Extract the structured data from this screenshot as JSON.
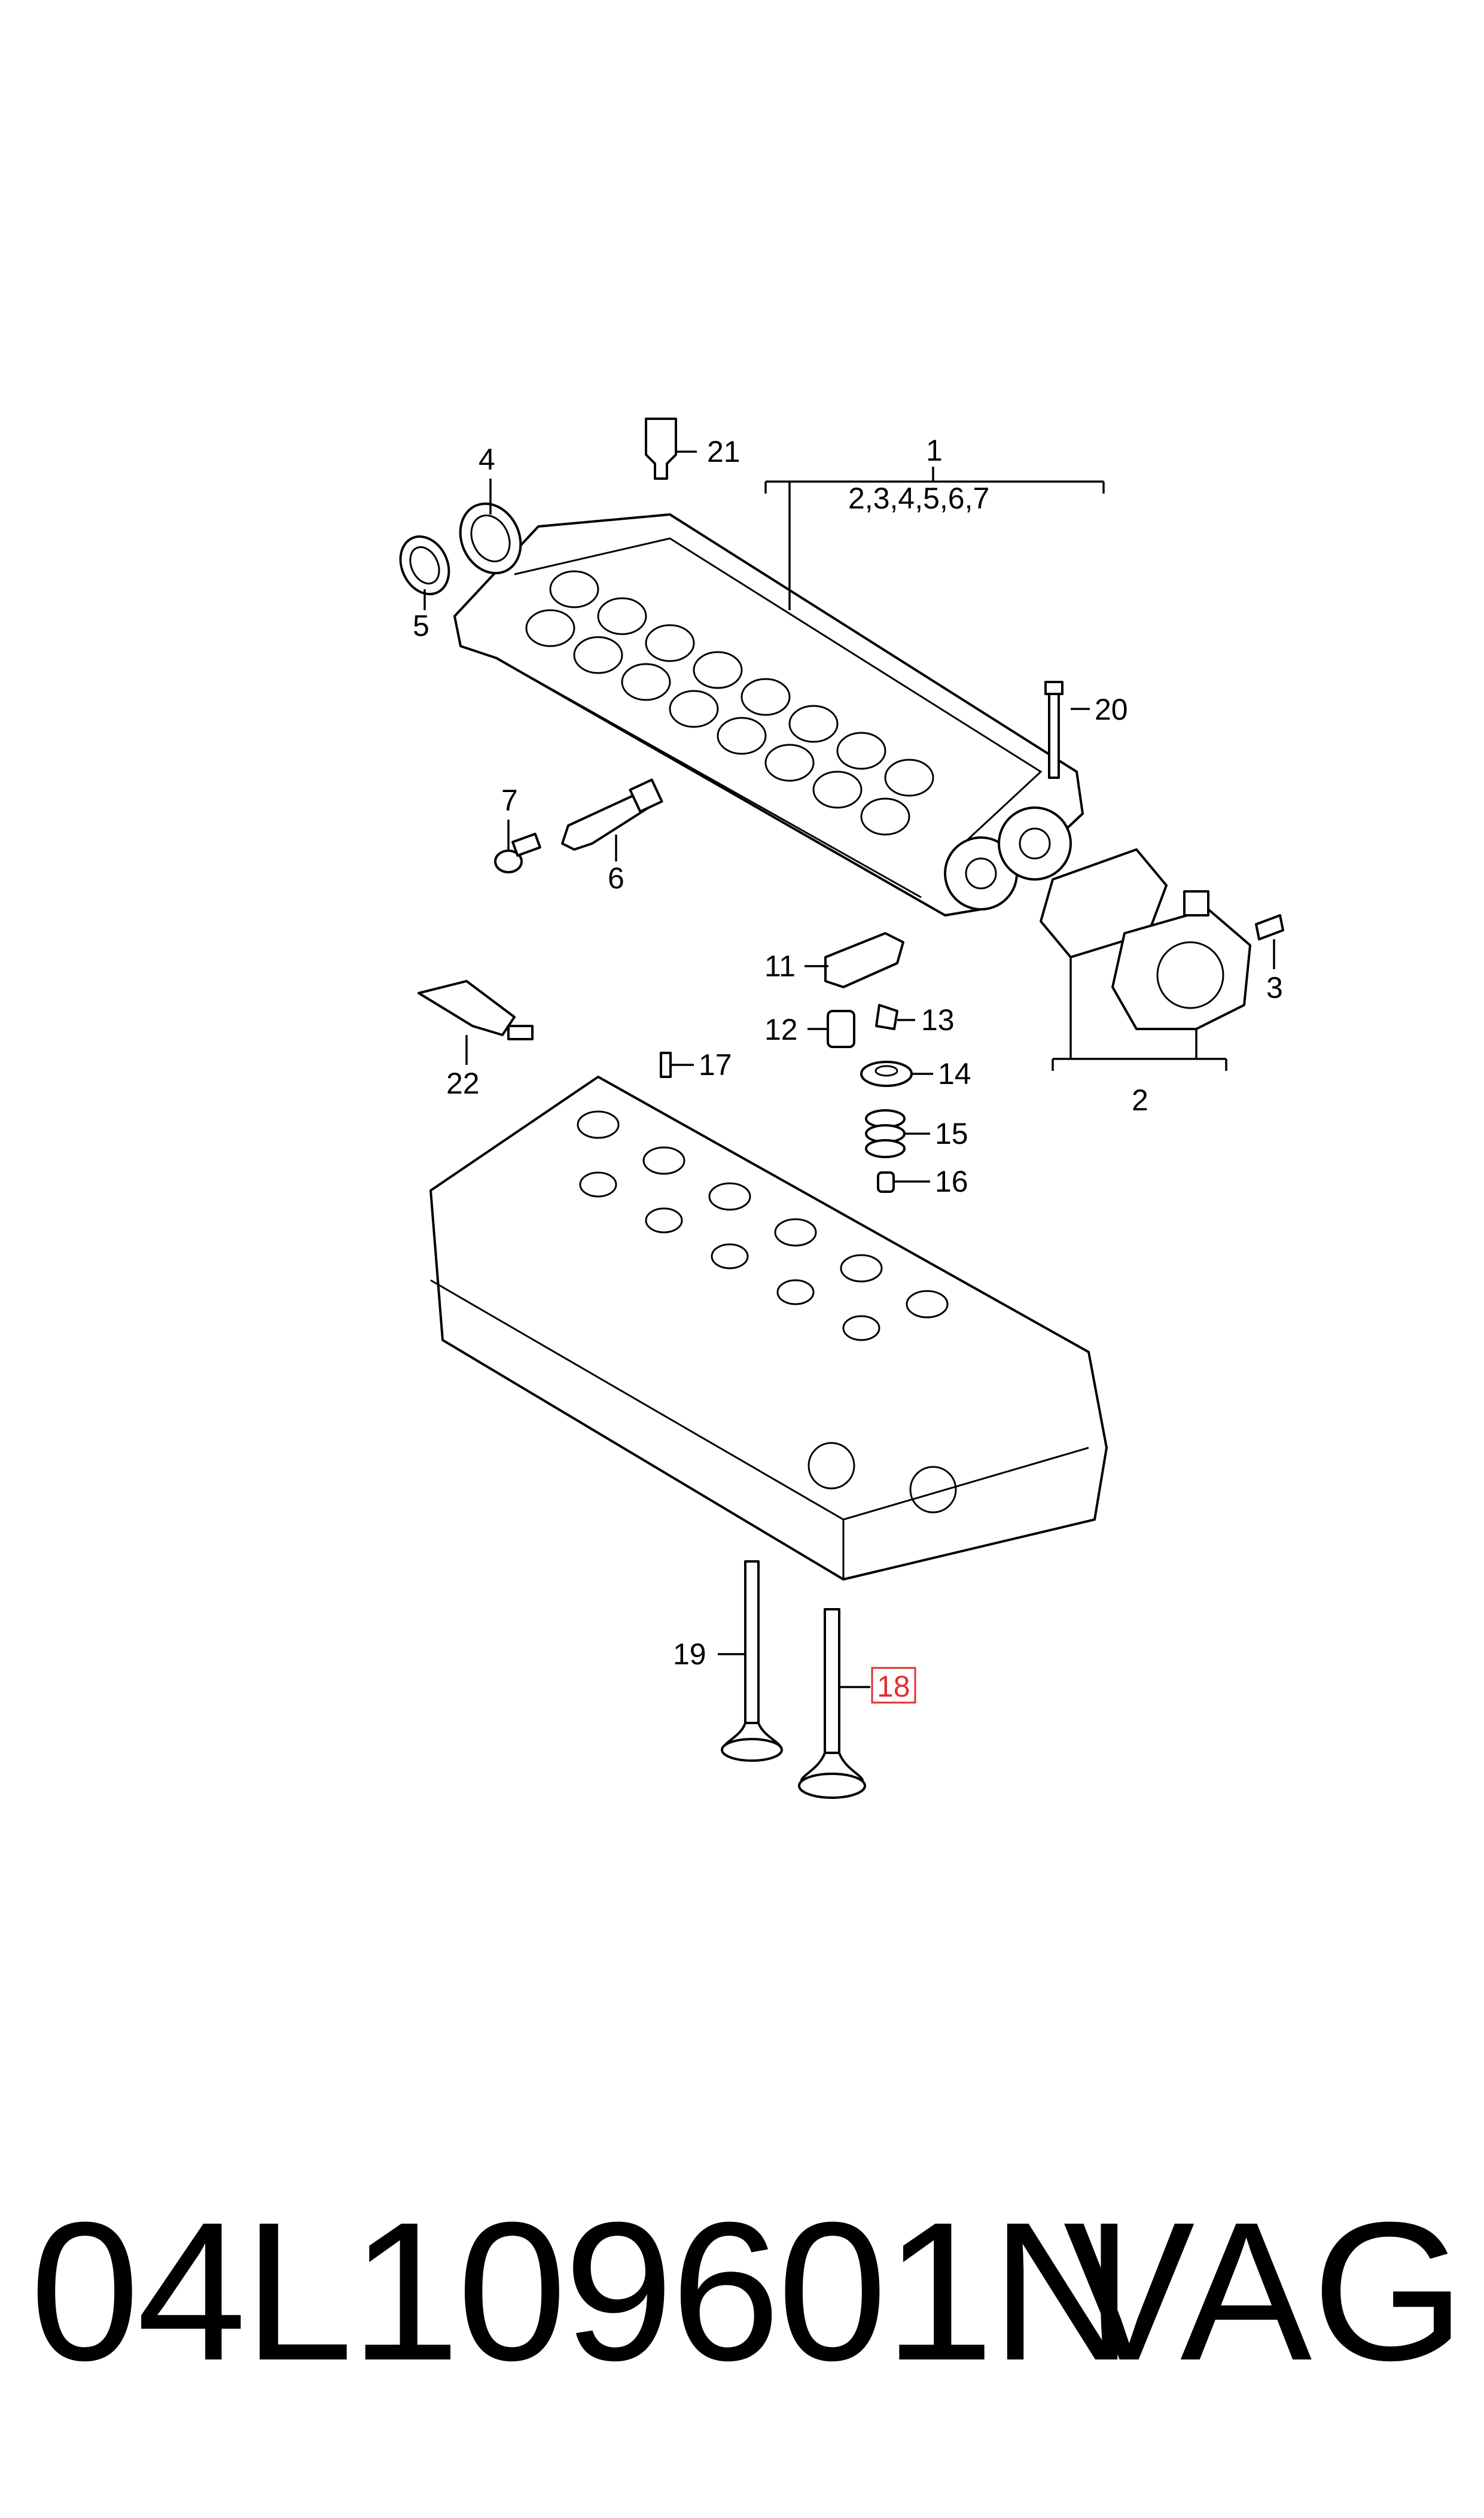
{
  "callouts": {
    "c1": "1",
    "c1_sub": "2,3,4,5,6,7",
    "c2": "2",
    "c3": "3",
    "c4": "4",
    "c5": "5",
    "c6": "6",
    "c7": "7",
    "c11": "11",
    "c12": "12",
    "c13": "13",
    "c14": "14",
    "c15": "15",
    "c16": "16",
    "c17": "17",
    "c18": "18",
    "c19": "19",
    "c20": "20",
    "c21": "21",
    "c22": "22"
  },
  "highlight_color": "#e03030",
  "footer": {
    "part_number": "04L109601N",
    "brand": "VAG"
  }
}
